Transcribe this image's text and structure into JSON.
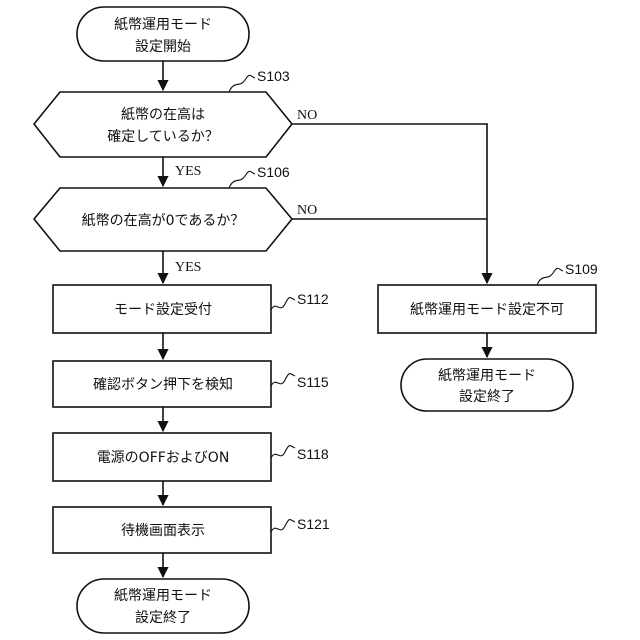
{
  "flowchart": {
    "start": {
      "line1": "紙幣運用モード",
      "line2": "設定開始"
    },
    "decision1": {
      "line1": "紙幣の在高は",
      "line2": "確定しているか？",
      "step": "S103"
    },
    "decision2": {
      "text": "紙幣の在高が0であるか？",
      "step": "S106"
    },
    "process1": {
      "text": "モード設定受付",
      "step": "S112"
    },
    "process2": {
      "text": "確認ボタン押下を検知",
      "step": "S115"
    },
    "process3": {
      "text": "電源のOFFおよびON",
      "step": "S118"
    },
    "process4": {
      "text": "待機画面表示",
      "step": "S121"
    },
    "end_main": {
      "line1": "紙幣運用モード",
      "line2": "設定終了"
    },
    "process_fail": {
      "text": "紙幣運用モード設定不可",
      "step": "S109"
    },
    "end_fail": {
      "line1": "紙幣運用モード",
      "line2": "設定終了"
    },
    "labels": {
      "yes1": "YES",
      "no1": "NO",
      "yes2": "YES",
      "no2": "NO"
    }
  }
}
